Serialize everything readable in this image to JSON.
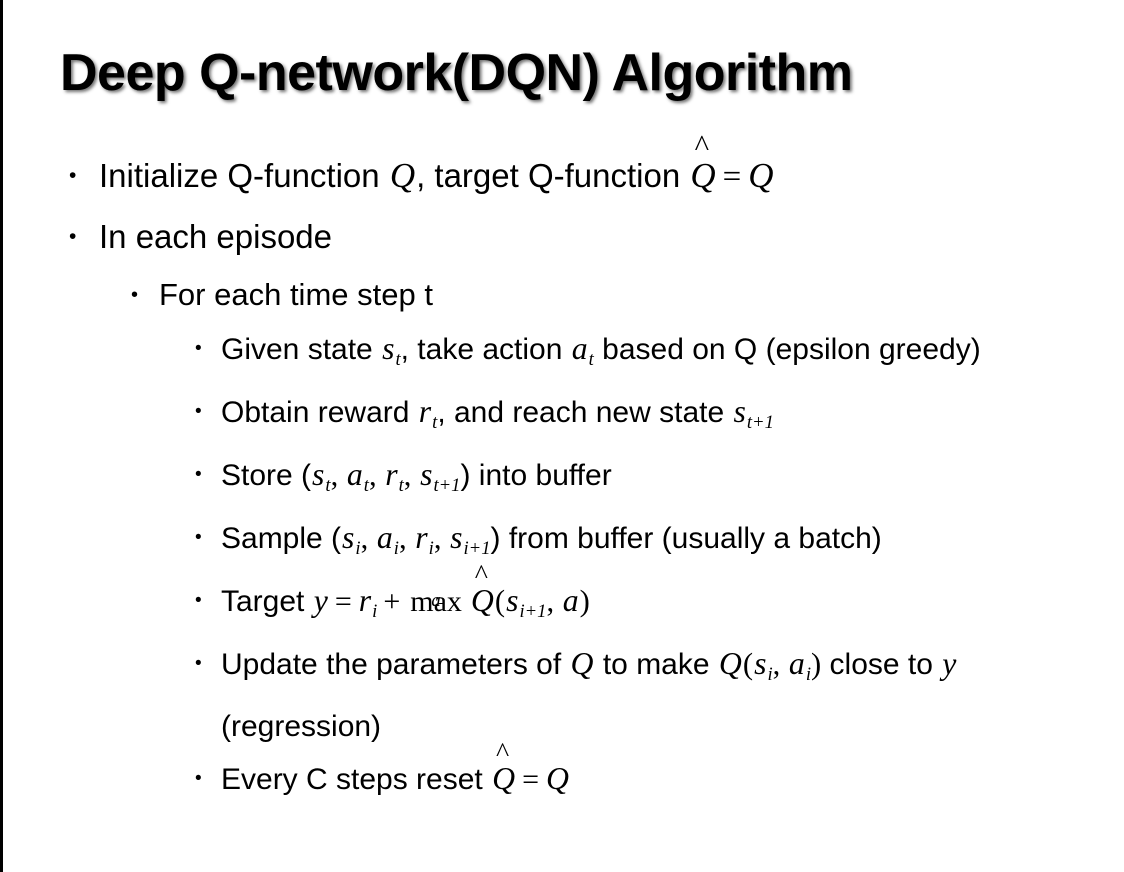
{
  "slide": {
    "title": "Deep Q-network(DQN) Algorithm",
    "background_color": "#ffffff",
    "text_color": "#000000",
    "border_left_color": "#000000"
  },
  "bullets": {
    "b1_init": {
      "level": 1,
      "marker": "•",
      "text_1": "Initialize Q-function ",
      "var_Q1": "Q",
      "text_2": ", target Q-function ",
      "var_Qhat": "Q",
      "accent": "^",
      "eq": "=",
      "var_Q2": "Q"
    },
    "b2_episode": {
      "level": 1,
      "marker": "•",
      "text": "In each episode"
    },
    "b3_timestep": {
      "level": 2,
      "marker": "•",
      "text": "For each time step t"
    },
    "b4_given": {
      "level": 3,
      "marker": "•",
      "text_1": "Given state ",
      "var_s": "s",
      "sub_s": "t",
      "text_2": ", take action ",
      "var_a": "a",
      "sub_a": "t",
      "text_3": " based on Q (epsilon greedy)"
    },
    "b5_obtain": {
      "level": 3,
      "marker": "•",
      "text_1": "Obtain reward ",
      "var_r": "r",
      "sub_r": "t",
      "text_2": ", and reach new state ",
      "var_s": "s",
      "sub_s": "t+1"
    },
    "b6_store": {
      "level": 3,
      "marker": "•",
      "text_1": "Store (",
      "var_s1": "s",
      "sub_s1": "t",
      "sep1": ", ",
      "var_a": "a",
      "sub_a": "t",
      "sep2": ", ",
      "var_r": "r",
      "sub_r": "t",
      "sep3": ", ",
      "var_s2": "s",
      "sub_s2": "t+1",
      "text_2": ") into buffer"
    },
    "b7_sample": {
      "level": 3,
      "marker": "•",
      "text_1": "Sample (",
      "var_s1": "s",
      "sub_s1": "i",
      "sep1": ", ",
      "var_a": "a",
      "sub_a": "i",
      "sep2": ", ",
      "var_r": "r",
      "sub_r": "i",
      "sep3": ", ",
      "var_s2": "s",
      "sub_s2": "i+1",
      "text_2": ") from buffer (usually a batch)"
    },
    "b8_target": {
      "level": 3,
      "marker": "•",
      "text_1": "Target ",
      "var_y": "y",
      "eq": "=",
      "var_r": "r",
      "sub_r": "i",
      "plus": "+",
      "op": "max",
      "op_limit": "a",
      "var_Qhat": "Q",
      "accent": "^",
      "paren_open": "(",
      "var_s": "s",
      "sub_s": "i+1",
      "sep": ", ",
      "var_a": "a",
      "paren_close": ")"
    },
    "b9_update": {
      "level": 3,
      "marker": "•",
      "text_1": "Update the parameters of ",
      "var_Q1": "Q",
      "text_2": " to make ",
      "var_Q2": "Q",
      "paren_open": "(",
      "var_s": "s",
      "sub_s": "i",
      "sep": ", ",
      "var_a": "a",
      "sub_a": "i",
      "paren_close": ")",
      "text_3": " close to ",
      "var_y": "y",
      "text_4": " (regression)"
    },
    "b10_reset": {
      "level": 3,
      "marker": "•",
      "text_1": "Every C steps reset ",
      "var_Qhat": "Q",
      "accent": "^",
      "eq": "=",
      "var_Q": "Q"
    }
  }
}
